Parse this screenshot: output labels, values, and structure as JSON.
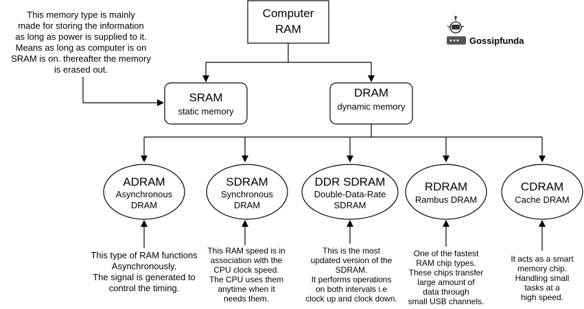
{
  "logo": {
    "text": "Gossipfunda"
  },
  "root": {
    "line1": "Computer",
    "line2": "RAM"
  },
  "note_top": [
    "This memory type is mainly",
    "made for storing the information",
    "as long as power is supplied to it.",
    "Means as long as computer is on",
    "SRAM is on. thereafter the memory",
    "is erased out."
  ],
  "sram": {
    "title": "SRAM",
    "subtitle": "static memory"
  },
  "dram": {
    "title": "DRAM",
    "subtitle": "dynamic memory"
  },
  "types": [
    {
      "title": "ADRAM",
      "sub": [
        "Asynchronous",
        "DRAM"
      ],
      "desc": [
        "This type of RAM functions",
        "Asynchronously.",
        "The signal is generated to",
        "control the timing."
      ]
    },
    {
      "title": "SDRAM",
      "sub": [
        "Synchronous",
        "DRAM"
      ],
      "desc": [
        "This RAM speed is in",
        "association with the",
        "CPU clock speed.",
        "The CPU uses them",
        "anytime  when it",
        "needs them."
      ]
    },
    {
      "title": "DDR SDRAM",
      "sub": [
        "Double-Data-Rate",
        "SDRAM"
      ],
      "desc": [
        "This is the most",
        "updated version of the",
        "SDRAM.",
        "It performs operations",
        "on both intervals i.e",
        "clock up and clock down."
      ]
    },
    {
      "title": "RDRAM",
      "sub": [
        "Rambus DRAM"
      ],
      "desc": [
        "One of the fastest",
        "RAM chip types.",
        "These chips transfer",
        "large amount of",
        "data through",
        "small USB channels."
      ]
    },
    {
      "title": "CDRAM",
      "sub": [
        "Cache DRAM"
      ],
      "desc": [
        "It acts as a smart",
        "memory chip.",
        "Handling small",
        "tasks at a",
        "high speed."
      ]
    }
  ]
}
